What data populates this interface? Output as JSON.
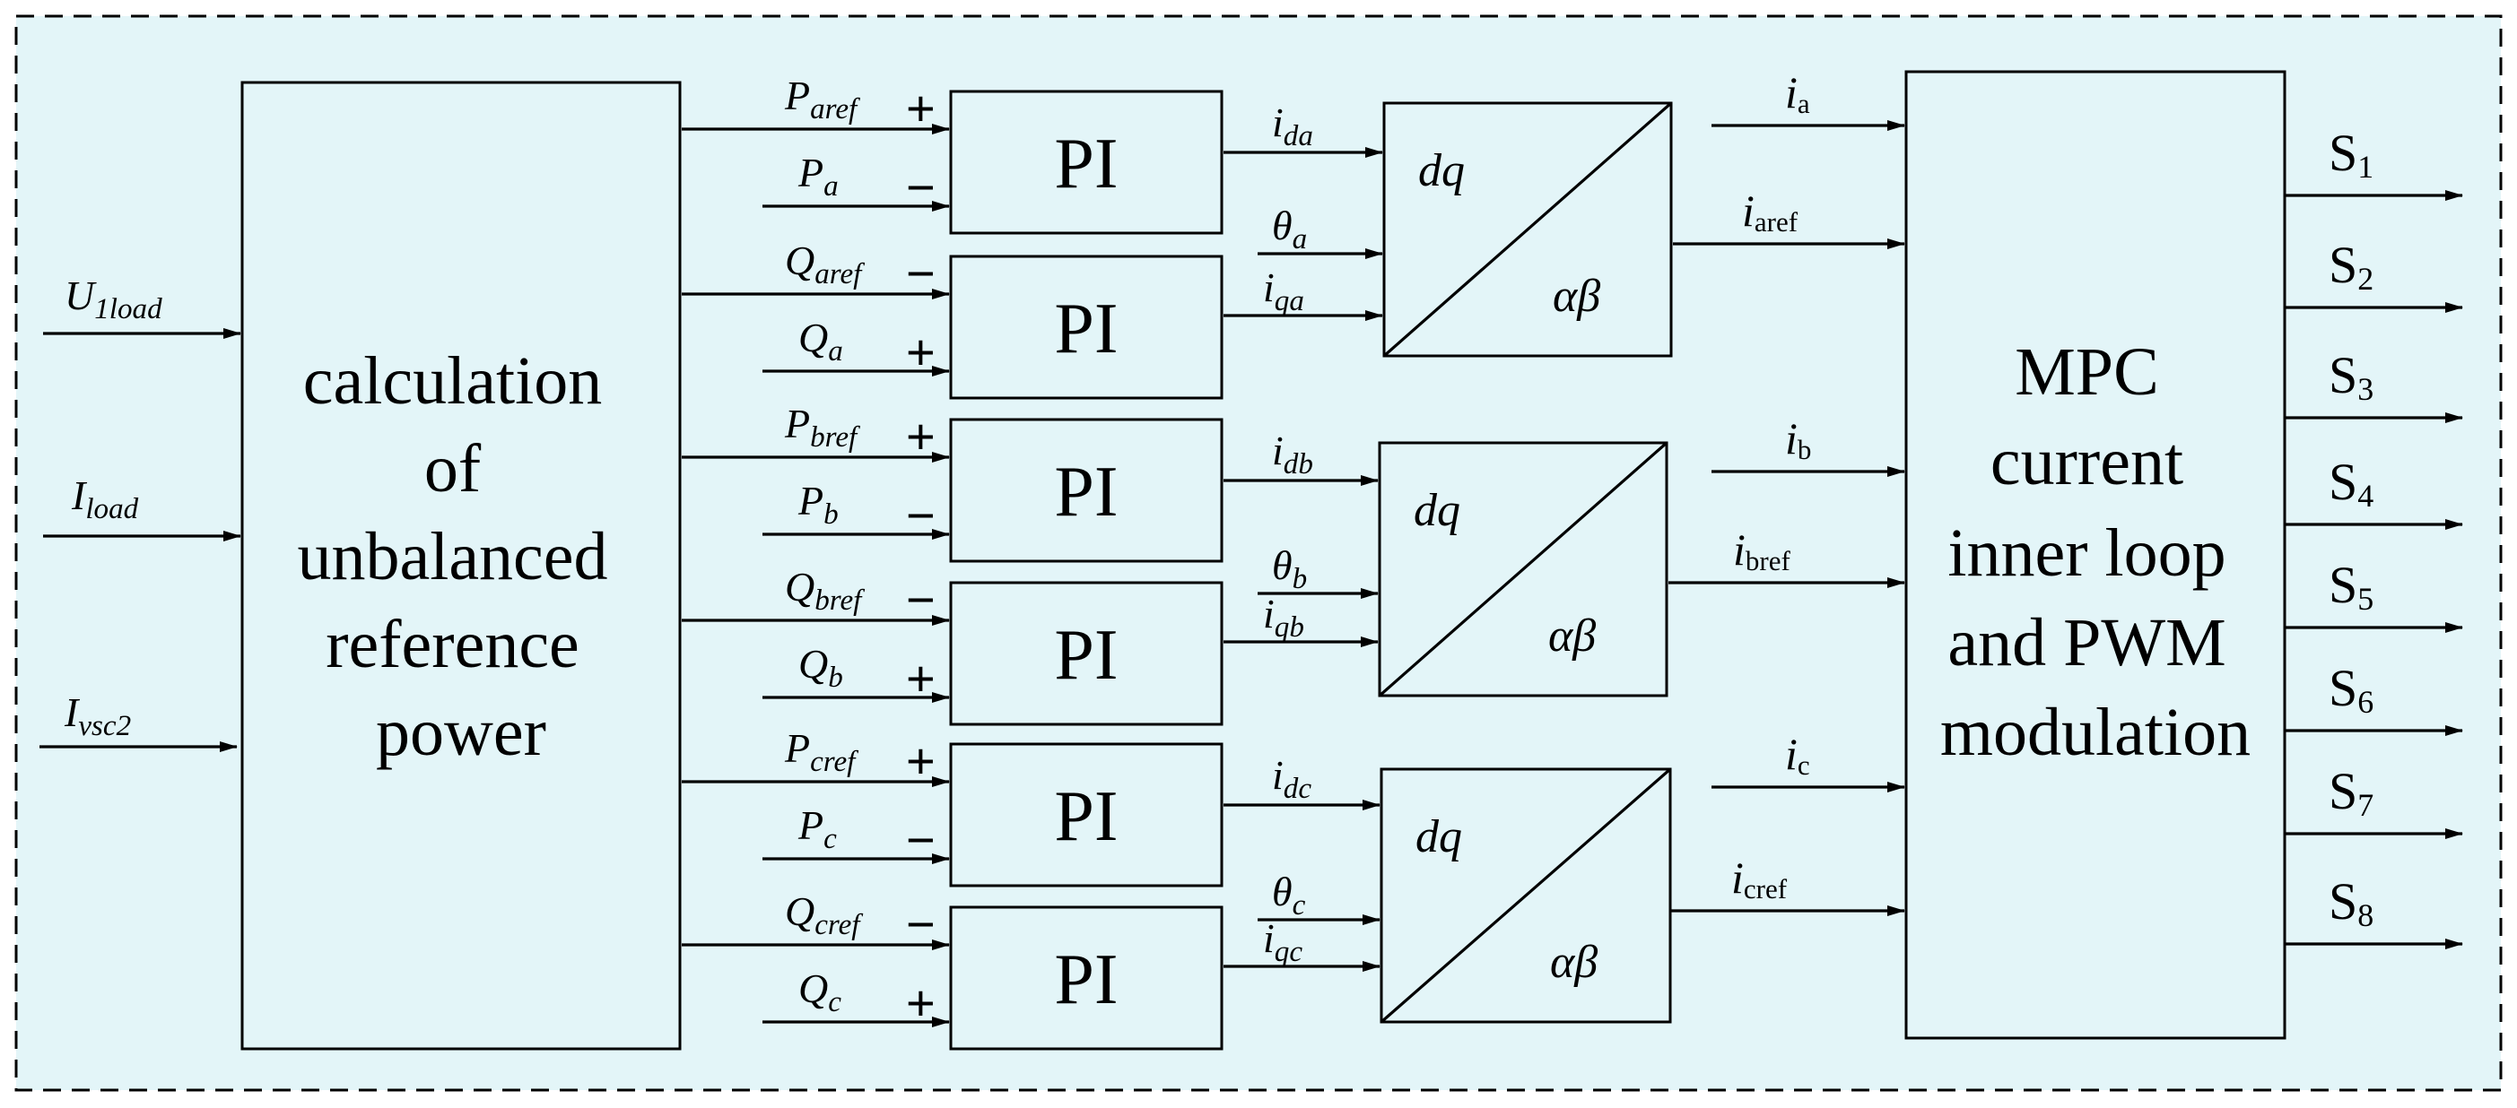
{
  "colors": {
    "background": "#e3f5f8",
    "stroke": "#000000"
  },
  "inputs": [
    {
      "main": "U",
      "sub": "1load"
    },
    {
      "main": "I",
      "sub": "load"
    },
    {
      "main": "I",
      "sub": "vsc2"
    }
  ],
  "calc_block": {
    "lines": [
      "calculation",
      "of",
      "unbalanced",
      "reference",
      "power"
    ]
  },
  "pi_label": "PI",
  "pi_blocks": [
    {
      "ref": {
        "main": "P",
        "sub": "aref"
      },
      "meas": {
        "main": "P",
        "sub": "a"
      },
      "sign_top": "+",
      "sign_bottom": "−"
    },
    {
      "ref": {
        "main": "Q",
        "sub": "aref"
      },
      "meas": {
        "main": "Q",
        "sub": "a"
      },
      "sign_top": "−",
      "sign_bottom": "+"
    },
    {
      "ref": {
        "main": "P",
        "sub": "bref"
      },
      "meas": {
        "main": "P",
        "sub": "b"
      },
      "sign_top": "+",
      "sign_bottom": "−"
    },
    {
      "ref": {
        "main": "Q",
        "sub": "bref"
      },
      "meas": {
        "main": "Q",
        "sub": "b"
      },
      "sign_top": "−",
      "sign_bottom": "+"
    },
    {
      "ref": {
        "main": "P",
        "sub": "cref"
      },
      "meas": {
        "main": "P",
        "sub": "c"
      },
      "sign_top": "+",
      "sign_bottom": "−"
    },
    {
      "ref": {
        "main": "Q",
        "sub": "cref"
      },
      "meas": {
        "main": "Q",
        "sub": "c"
      },
      "sign_top": "−",
      "sign_bottom": "+"
    }
  ],
  "transforms": [
    {
      "top_label": "dq",
      "bottom_label": "αβ",
      "in_d": {
        "main": "i",
        "sub": "da"
      },
      "theta": {
        "main": "θ",
        "sub": "a"
      },
      "in_q": {
        "main": "i",
        "sub": "qa"
      }
    },
    {
      "top_label": "dq",
      "bottom_label": "αβ",
      "in_d": {
        "main": "i",
        "sub": "db"
      },
      "theta": {
        "main": "θ",
        "sub": "b"
      },
      "in_q": {
        "main": "i",
        "sub": "qb"
      }
    },
    {
      "top_label": "dq",
      "bottom_label": "αβ",
      "in_d": {
        "main": "i",
        "sub": "dc"
      },
      "theta": {
        "main": "θ",
        "sub": "c"
      },
      "in_q": {
        "main": "i",
        "sub": "qc"
      }
    }
  ],
  "mpc_inputs": [
    {
      "main": "i",
      "sub": "a"
    },
    {
      "main": "i",
      "sub": "aref"
    },
    {
      "main": "i",
      "sub": "b"
    },
    {
      "main": "i",
      "sub": "bref"
    },
    {
      "main": "i",
      "sub": "c"
    },
    {
      "main": "i",
      "sub": "cref"
    }
  ],
  "mpc_block": {
    "lines": [
      "MPC",
      "current",
      "inner loop",
      "and PWM",
      "modulation"
    ]
  },
  "outputs": [
    {
      "main": "S",
      "sub": "1"
    },
    {
      "main": "S",
      "sub": "2"
    },
    {
      "main": "S",
      "sub": "3"
    },
    {
      "main": "S",
      "sub": "4"
    },
    {
      "main": "S",
      "sub": "5"
    },
    {
      "main": "S",
      "sub": "6"
    },
    {
      "main": "S",
      "sub": "7"
    },
    {
      "main": "S",
      "sub": "8"
    }
  ]
}
